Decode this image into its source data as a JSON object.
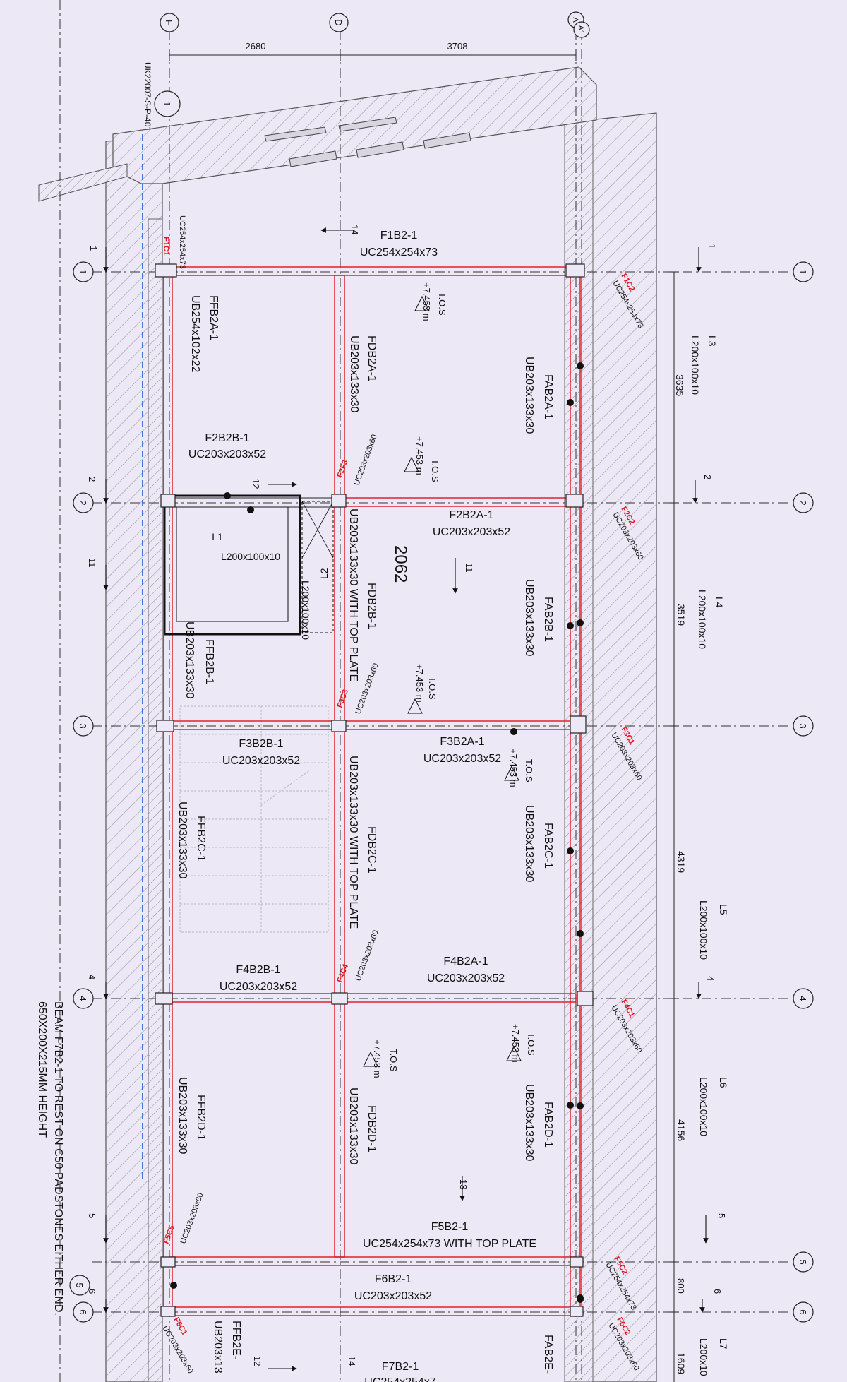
{
  "grid": {
    "letters": [
      "F",
      "D",
      "A",
      "A1"
    ],
    "numbers": [
      "1",
      "2",
      "3",
      "4",
      "5",
      "6"
    ],
    "top_dims": [
      "2680",
      "3708"
    ]
  },
  "section_markers": {
    "ref_circle": "1",
    "ref_text": "UK22007-S-P-401",
    "tags": [
      "14",
      "12",
      "11",
      "13",
      "14",
      "12",
      "1",
      "2",
      "11",
      "4",
      "5",
      "6",
      "1",
      "2",
      "4",
      "5",
      "6"
    ]
  },
  "beams": {
    "f1b2_1": {
      "mark": "F1B2-1",
      "size": "UC254x254x73"
    },
    "f2b2b_1": {
      "mark": "F2B2B-1",
      "size": "UC203x203x52"
    },
    "f2b2a_1": {
      "mark": "F2B2A-1",
      "size": "UC203x203x52"
    },
    "f3b2b_1": {
      "mark": "F3B2B-1",
      "size": "UC203x203x52"
    },
    "f3b2a_1": {
      "mark": "F3B2A-1",
      "size": "UC203x203x52"
    },
    "f4b2b_1": {
      "mark": "F4B2B-1",
      "size": "UC203x203x52"
    },
    "f4b2a_1": {
      "mark": "F4B2A-1",
      "size": "UC203x203x52"
    },
    "f5b2_1": {
      "mark": "F5B2-1",
      "size": "UC254x254x73 WITH TOP PLATE"
    },
    "f6b2_1": {
      "mark": "F6B2-1",
      "size": "UC203x203x52"
    },
    "f7b2_1": {
      "mark": "F7B2-1",
      "size": "UC254x254x7"
    },
    "ffb2a_1": {
      "mark": "FFB2A-1",
      "size": "UB254x102x22"
    },
    "fdb2a_1": {
      "mark": "FDB2A-1",
      "size": "UB203x133x30"
    },
    "fab2a_1": {
      "mark": "FAB2A-1",
      "size": "UB203x133x30"
    },
    "ffb2b_1": {
      "mark": "FFB2B-1",
      "size": "UB203x133x30"
    },
    "fdb2b_1": {
      "mark": "FDB2B-1",
      "size": "UB203x133x30 WITH TOP PLATE"
    },
    "fab2b_1": {
      "mark": "FAB2B-1",
      "size": "UB203x133x30"
    },
    "ffb2c_1": {
      "mark": "FFB2C-1",
      "size": "UB203x133x30"
    },
    "fdb2c_1": {
      "mark": "FDB2C-1",
      "size": "UB203x133x30 WITH TOP PLATE"
    },
    "fab2c_1": {
      "mark": "FAB2C-1",
      "size": "UB203x133x30"
    },
    "ffb2d_1": {
      "mark": "FFB2D-1",
      "size": "UB203x133x30"
    },
    "fdb2d_1": {
      "mark": "FDB2D-1",
      "size": "UB203x133x30"
    },
    "fab2d_1": {
      "mark": "FAB2D-1",
      "size": "UB203x133x30"
    },
    "ffb2e": {
      "mark": "FFB2E-",
      "size": "UB203x13"
    },
    "fab2e": {
      "mark": "FAB2E-"
    }
  },
  "columns": {
    "f1c1": {
      "mark": "F1C1",
      "size": "UC254x254x73"
    },
    "f1c2": {
      "mark": "F1C2",
      "size": "UC254x254x73"
    },
    "f2c2": {
      "mark": "F2C2",
      "size": "UC203x203x60"
    },
    "f2f3": {
      "mark": "F2F3",
      "size": "UC203x203x60"
    },
    "f3c3": {
      "mark": "F3C3",
      "size": "UC203x203x60"
    },
    "f3c1": {
      "mark": "F3C1",
      "size": "UC203x203x60"
    },
    "f4c4": {
      "mark": "F4C4",
      "size": "UC203x203x60"
    },
    "f4c1": {
      "mark": "F4C1",
      "size": "UC203x203x60"
    },
    "f5c5": {
      "mark": "F5C5",
      "size": "UC203x203x60"
    },
    "f5c2": {
      "mark": "F5C2",
      "size": "UC254x254x73"
    },
    "f6c2": {
      "mark": "F6C2",
      "size": "UC203x203x60"
    },
    "f6c1": {
      "mark": "F6C1",
      "size": "UC203x203x60"
    }
  },
  "lintels": {
    "l1": {
      "mark": "L1",
      "size": "L200x100x10"
    },
    "l2": {
      "mark": "L2",
      "size": "L200x100x10"
    },
    "l3": {
      "mark": "L3",
      "size": "L200x100x10",
      "dim": "3635"
    },
    "l4": {
      "mark": "L4",
      "size": "L200x100x10",
      "dim": "3519"
    },
    "l5": {
      "mark": "L5",
      "size": "L200x100x10",
      "dim": "4319"
    },
    "l6": {
      "mark": "L6",
      "size": "L200x100x10",
      "dim": "4156"
    },
    "l7": {
      "mark": "L7",
      "size": "L200x10",
      "dim": "1609"
    }
  },
  "dims": {
    "opening": "2062",
    "d800": "800"
  },
  "tos": {
    "label": "T.O.S",
    "value": "+7.453 m"
  },
  "note": {
    "line1": "BEAM F7B2-1 TO REST ON C50 PADSTONES EITHER END.",
    "line2": "650X200X215MM HEIGHT"
  }
}
